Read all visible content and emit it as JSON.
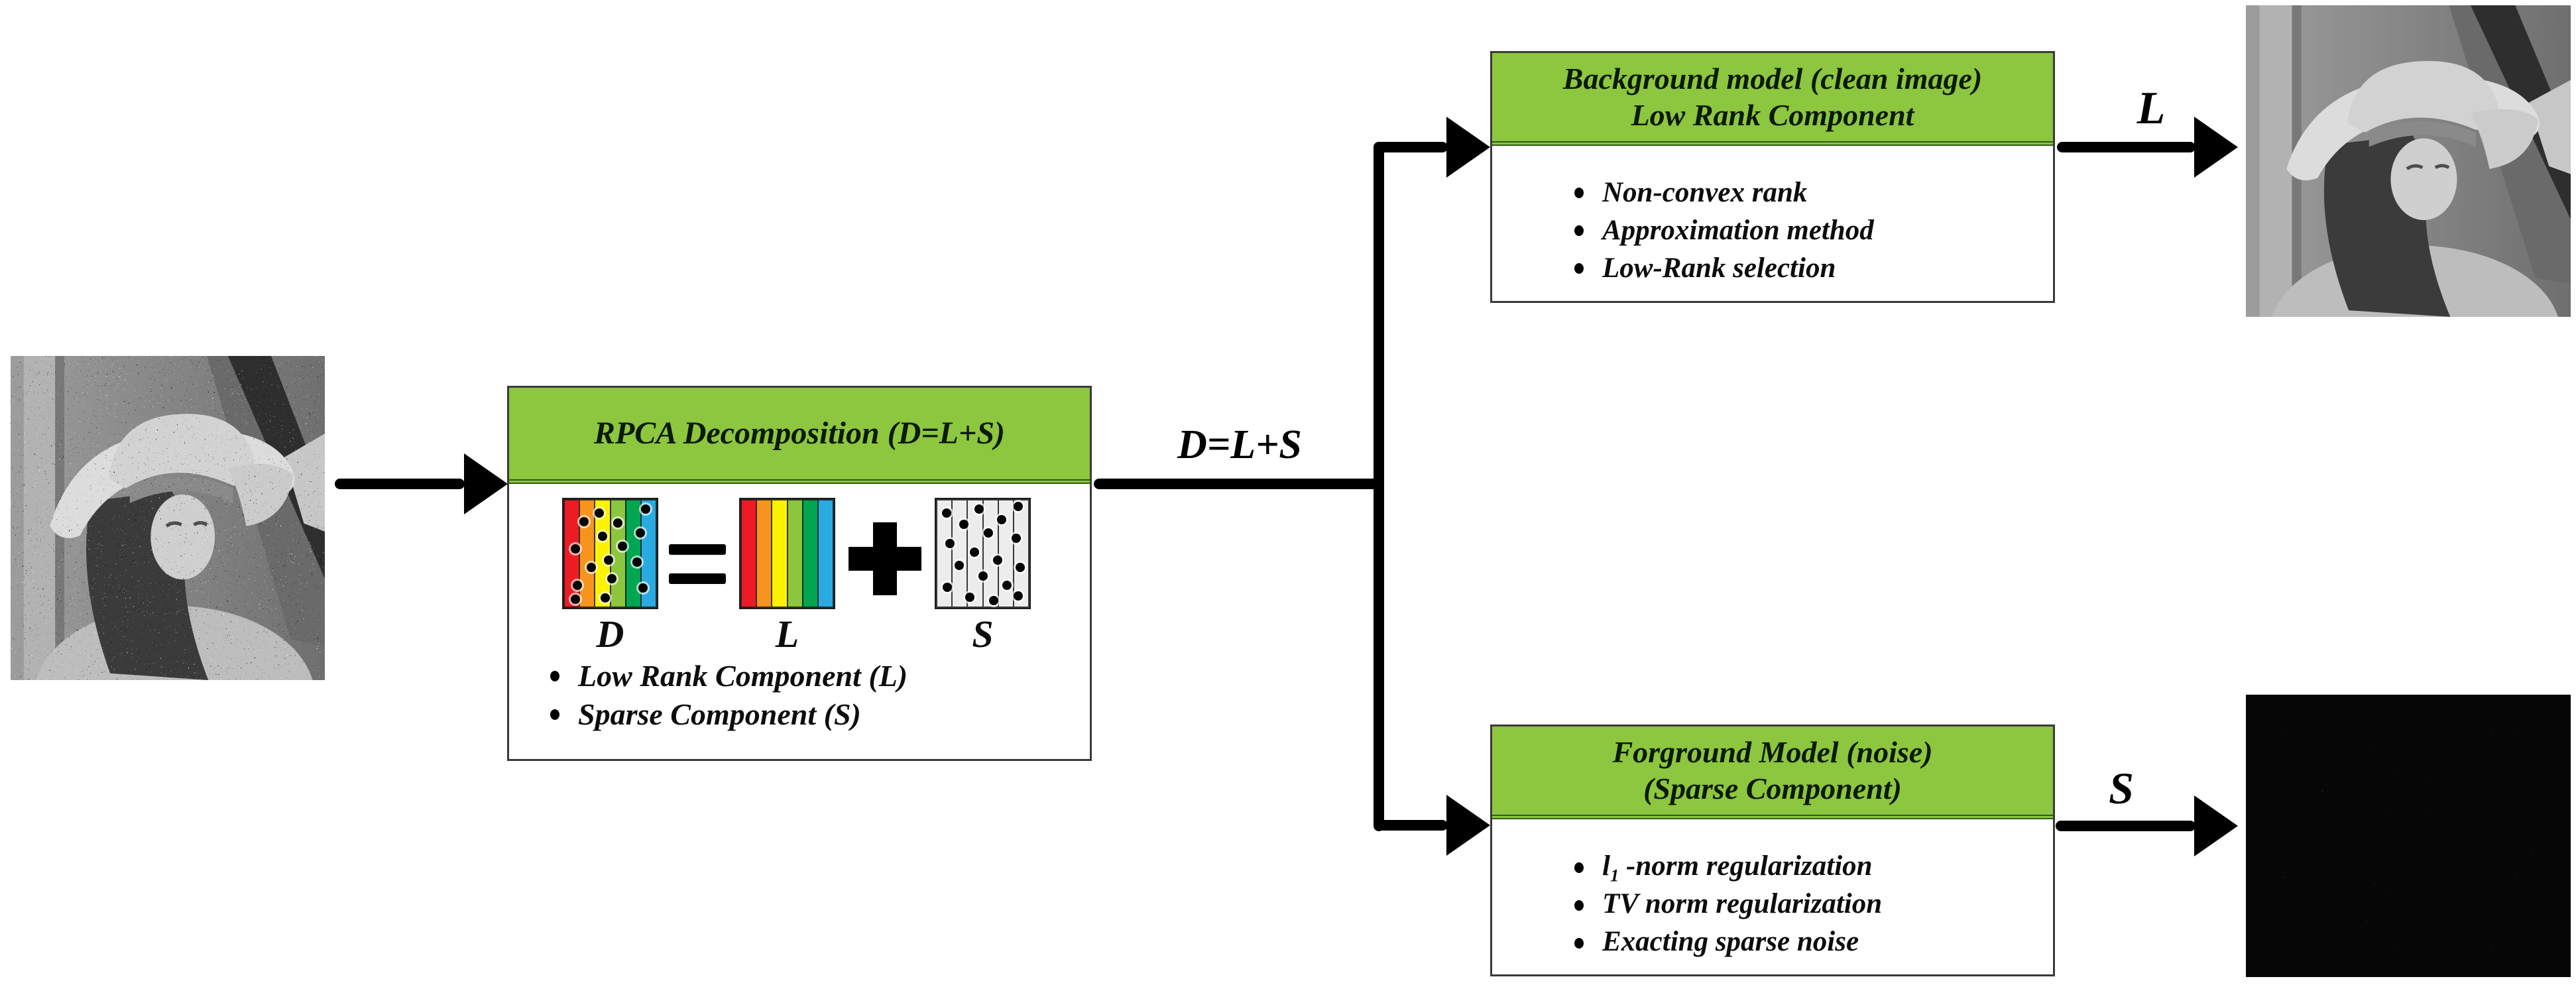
{
  "colors": {
    "header_green": "#8dc63f",
    "header_green_border": "#2f5d13",
    "box_border": "#3a3a3a",
    "line_black": "#000000",
    "text": "#0d0d0d",
    "sparse_bar_fill": "#ececec"
  },
  "rpca_box": {
    "title": "RPCA Decomposition (D=L+S)",
    "matrix_labels": {
      "d": "D",
      "l": "L",
      "s": "S"
    },
    "operators": {
      "equals": "=",
      "plus": "+"
    },
    "bullets": [
      "Low Rank Component (L)",
      "Sparse Component (S)"
    ]
  },
  "edges": {
    "decomposition": "D=L+S",
    "low_rank": "L",
    "sparse": "S"
  },
  "background_box": {
    "title_line1": "Background model (clean image)",
    "title_line2": "Low Rank Component",
    "bullets": [
      "Non-convex rank",
      "Approximation method",
      "Low-Rank selection"
    ]
  },
  "foreground_box": {
    "title_line1": "Forground Model (noise)",
    "title_line2": "(Sparse Component)",
    "bullets": [
      {
        "pre": "l",
        "sub": "1",
        "post": " -norm regularization"
      },
      {
        "pre": "",
        "sub": "",
        "post": "TV norm regularization"
      },
      {
        "pre": "",
        "sub": "",
        "post": "Exacting sparse noise"
      }
    ]
  },
  "matrices": {
    "d": {
      "bars": [
        "#ed1c24",
        "#f7941d",
        "#fff200",
        "#8cc63f",
        "#00a651",
        "#29abe2"
      ],
      "dots": [
        [
          38,
          13
        ],
        [
          88,
          9
        ],
        [
          22,
          21
        ],
        [
          58,
          22
        ],
        [
          42,
          34
        ],
        [
          82,
          31
        ],
        [
          13,
          46
        ],
        [
          63,
          43
        ],
        [
          48,
          56
        ],
        [
          30,
          63
        ],
        [
          79,
          58
        ],
        [
          52,
          73
        ],
        [
          15,
          79
        ],
        [
          85,
          82
        ],
        [
          13,
          92
        ],
        [
          45,
          91
        ]
      ]
    },
    "l": {
      "bars": [
        "#ed1c24",
        "#f7941d",
        "#fff200",
        "#8cc63f",
        "#00a651",
        "#29abe2"
      ],
      "dots": []
    },
    "s": {
      "bars": [
        "#ececec",
        "#ececec",
        "#ececec",
        "#ececec",
        "#ececec",
        "#ececec"
      ],
      "dots": [
        [
          11,
          13
        ],
        [
          46,
          9
        ],
        [
          88,
          7
        ],
        [
          30,
          23
        ],
        [
          70,
          19
        ],
        [
          56,
          31
        ],
        [
          15,
          41
        ],
        [
          86,
          36
        ],
        [
          41,
          49
        ],
        [
          66,
          56
        ],
        [
          25,
          61
        ],
        [
          90,
          63
        ],
        [
          50,
          71
        ],
        [
          12,
          81
        ],
        [
          76,
          79
        ],
        [
          36,
          90
        ],
        [
          62,
          93
        ],
        [
          88,
          89
        ]
      ]
    }
  }
}
